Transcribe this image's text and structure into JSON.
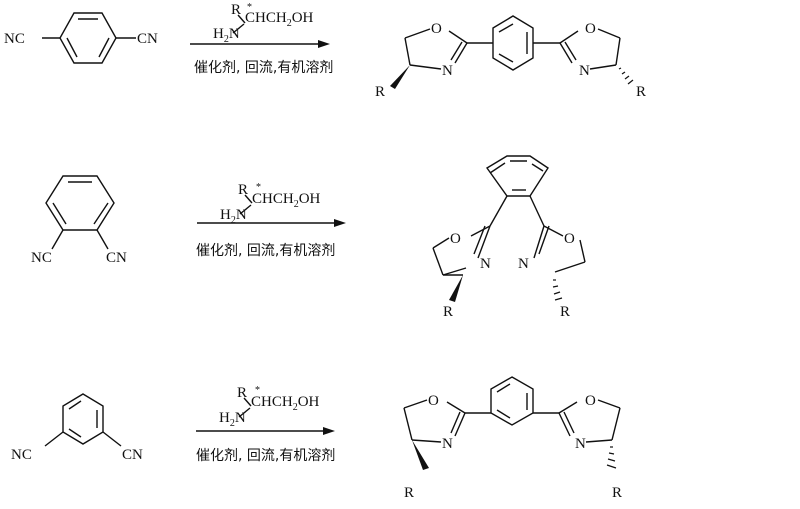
{
  "reagent": {
    "R": "R",
    "star": "*",
    "rest": "CHCH",
    "sub2": "2",
    "oh": "OH",
    "H": "H",
    "N": "N"
  },
  "conditions": "催化剂, 回流,有机溶剂",
  "atoms": {
    "NC": "NC",
    "CN": "CN",
    "O": "O",
    "N": "N",
    "R": "R"
  },
  "reactions": [
    {
      "name": "para-dicyanobenzene",
      "product": "para-bis(oxazoline)benzene"
    },
    {
      "name": "ortho-dicyanobenzene",
      "product": "ortho-bis(oxazoline)benzene"
    },
    {
      "name": "meta-dicyanobenzene",
      "product": "meta-bis(oxazoline)benzene"
    }
  ]
}
